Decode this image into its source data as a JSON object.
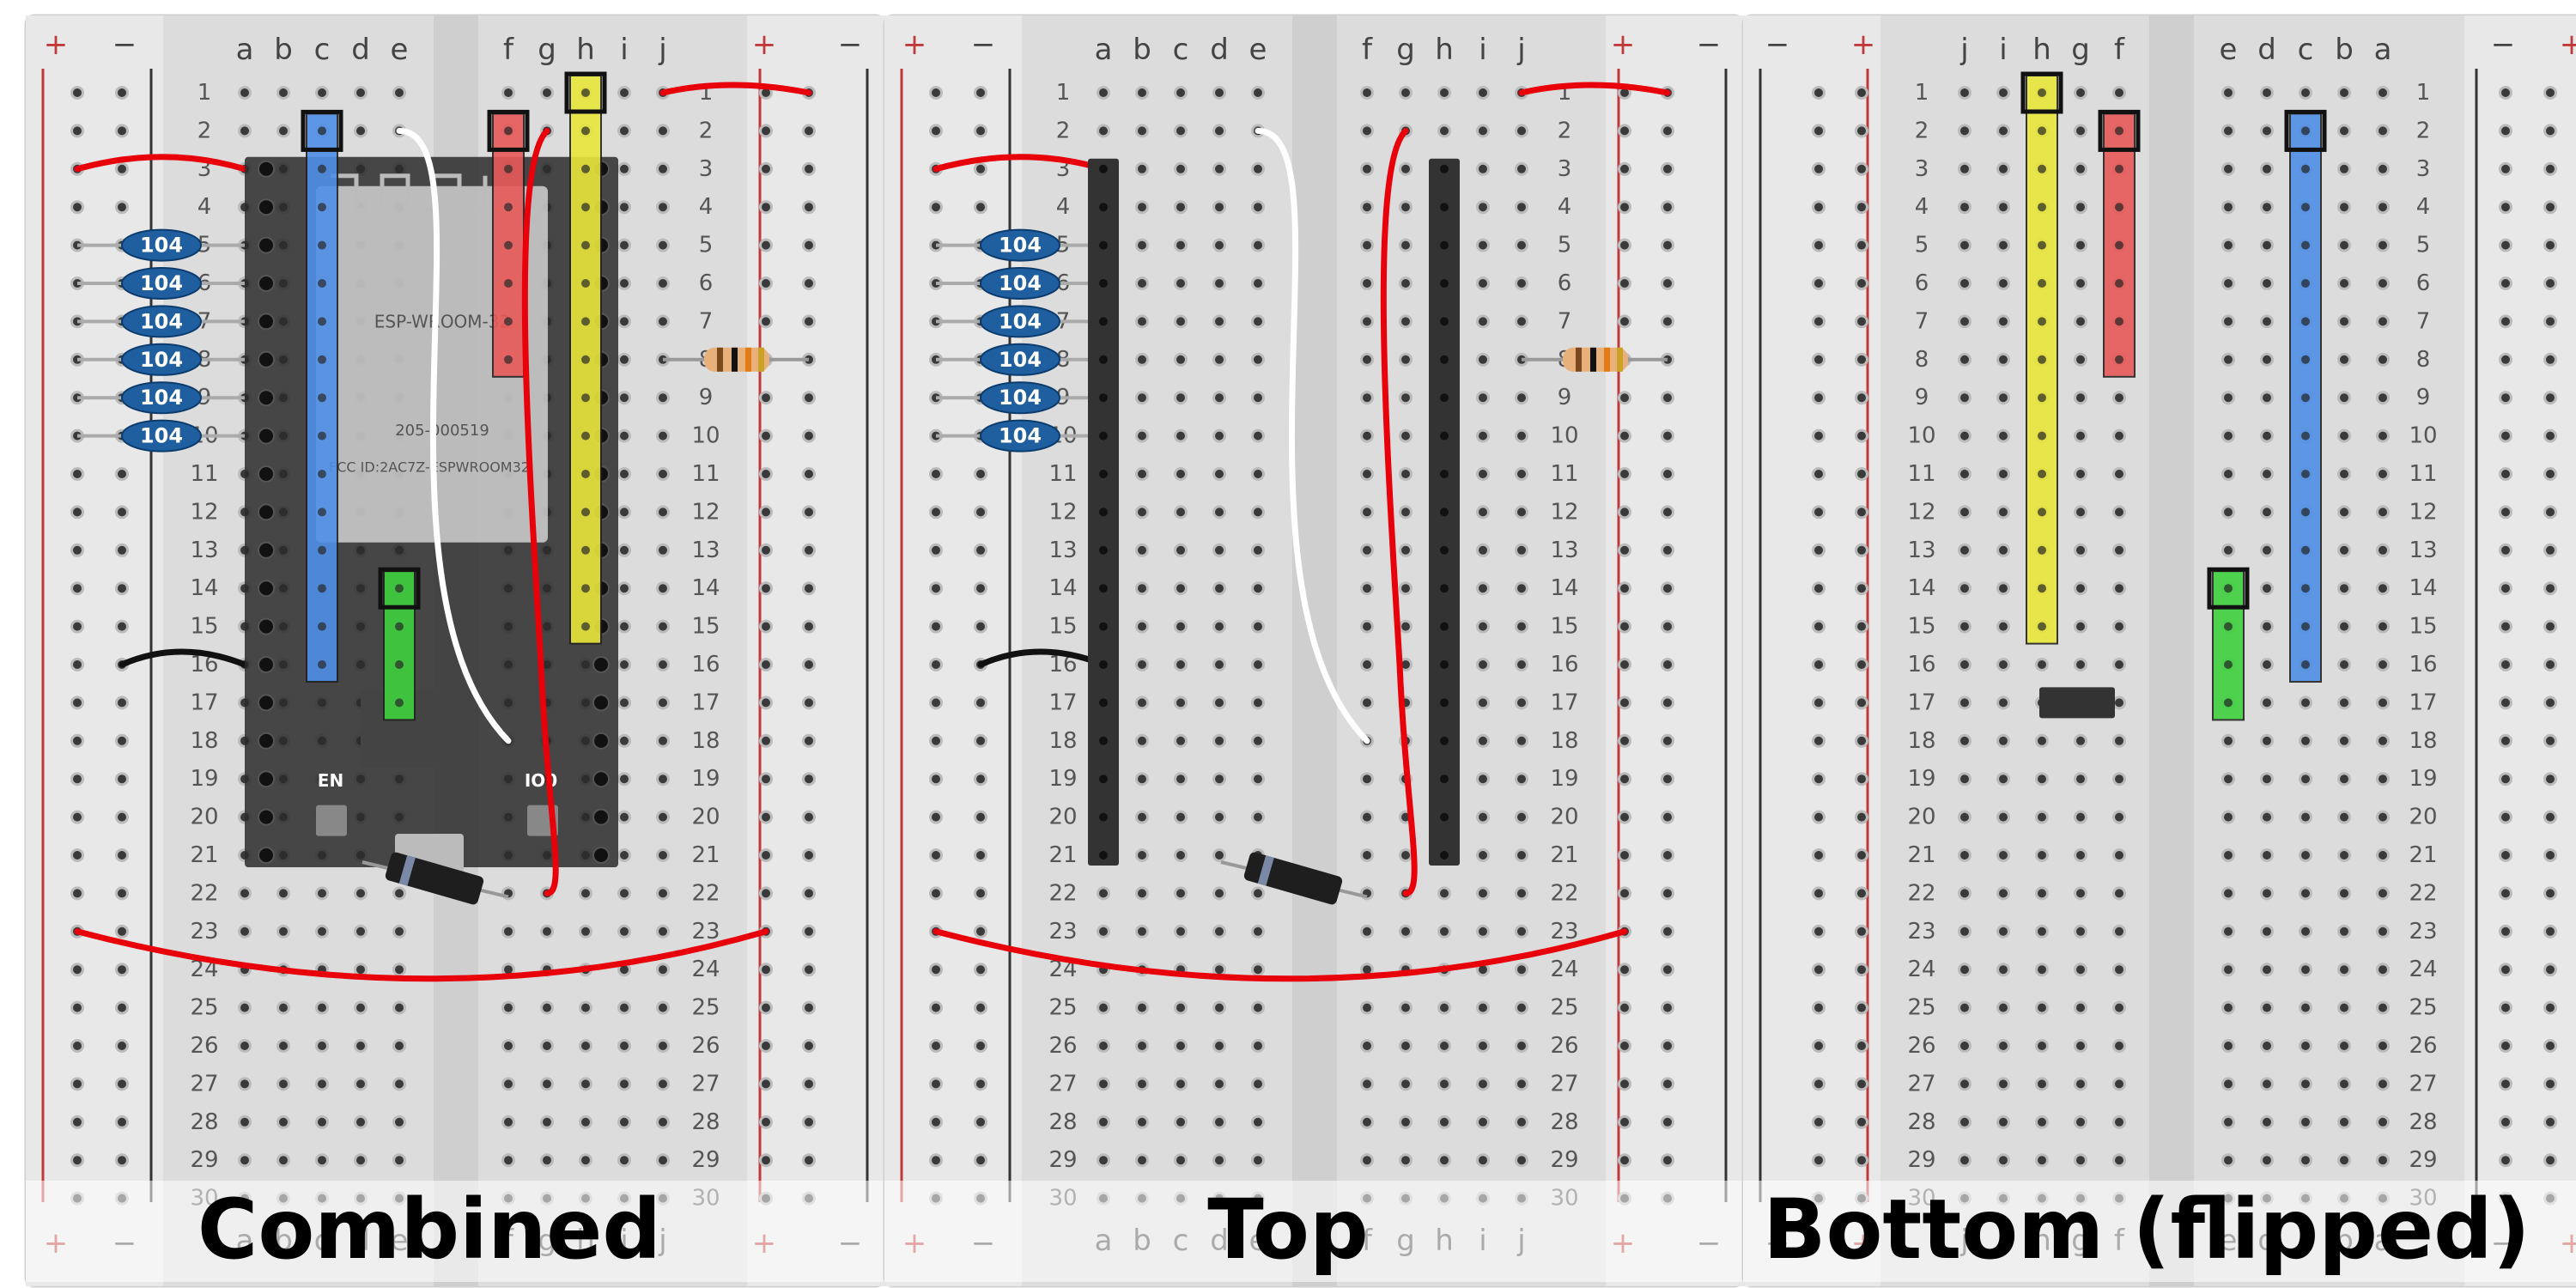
{
  "captions": {
    "combined": "Combined",
    "top": "Top",
    "bottom": "Bottom (flipped)"
  },
  "breadboard": {
    "rows": 30,
    "columns_left": [
      "a",
      "b",
      "c",
      "d",
      "e"
    ],
    "columns_right": [
      "f",
      "g",
      "h",
      "i",
      "j"
    ],
    "rail_plus": "+",
    "rail_minus": "−"
  },
  "components": {
    "capacitor_label": "104",
    "capacitor_count": 6,
    "module_text": [
      "ESP-WROOM-32",
      "205-000519",
      "FCC ID:2AC7Z-ESPWROOM32"
    ],
    "module_buttons": [
      "EN",
      "IO0"
    ]
  },
  "colors": {
    "wire_red": "#e8000b",
    "wire_white": "#ffffff",
    "wire_black": "#111111",
    "strip_blue": "#4f8fe6",
    "strip_red": "#e85a5a",
    "strip_yellow": "#e8e63a",
    "strip_green": "#3fd13f",
    "capacitor": "#1f5f9f",
    "board": "#e4e4e4",
    "pcb": "#2b2b2b"
  }
}
